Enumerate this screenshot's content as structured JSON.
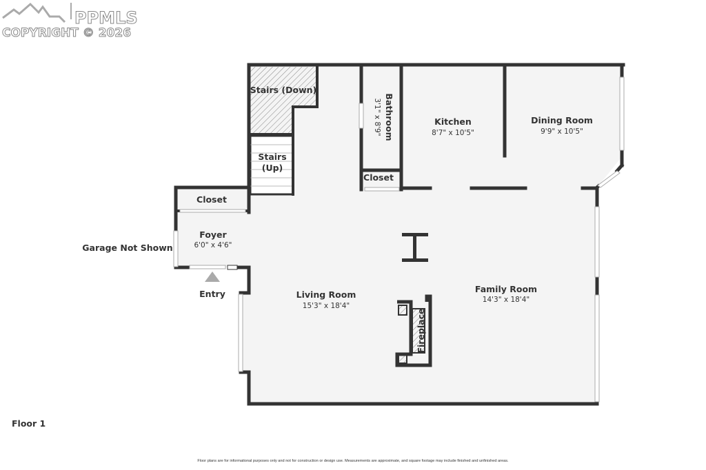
{
  "logo": {
    "brand": "PPMLS",
    "copyright": "COPYRIGHT © 2026"
  },
  "floor_label": "Floor 1",
  "disclaimer": "Floor plans are for informational purposes only and not for construction or design use. Measurements are approximate, and square footage may include finished and unfinished areas.",
  "annotations": {
    "garage": "Garage Not Shown",
    "entry": "Entry"
  },
  "rooms": {
    "stairs_down": {
      "name": "Stairs (Down)"
    },
    "stairs_up": {
      "name_line1": "Stairs",
      "name_line2": "(Up)"
    },
    "bathroom": {
      "name": "Bathroom",
      "dims": "3'1\" x 8'9\""
    },
    "kitchen": {
      "name": "Kitchen",
      "dims": "8'7\" x 10'5\""
    },
    "dining": {
      "name": "Dining Room",
      "dims": "9'9\" x 10'5\""
    },
    "closet_bath": {
      "name": "Closet"
    },
    "closet_foyer": {
      "name": "Closet"
    },
    "foyer": {
      "name": "Foyer",
      "dims": "6'0\" x 4'6\""
    },
    "living": {
      "name": "Living Room",
      "dims": "15'3\" x 18'4\""
    },
    "family": {
      "name": "Family Room",
      "dims": "14'3\" x 18'4\""
    },
    "fireplace": {
      "name": "Fireplace"
    }
  },
  "colors": {
    "wall": "#333333",
    "floor": "#f4f4f4",
    "window": "#ffffff"
  }
}
